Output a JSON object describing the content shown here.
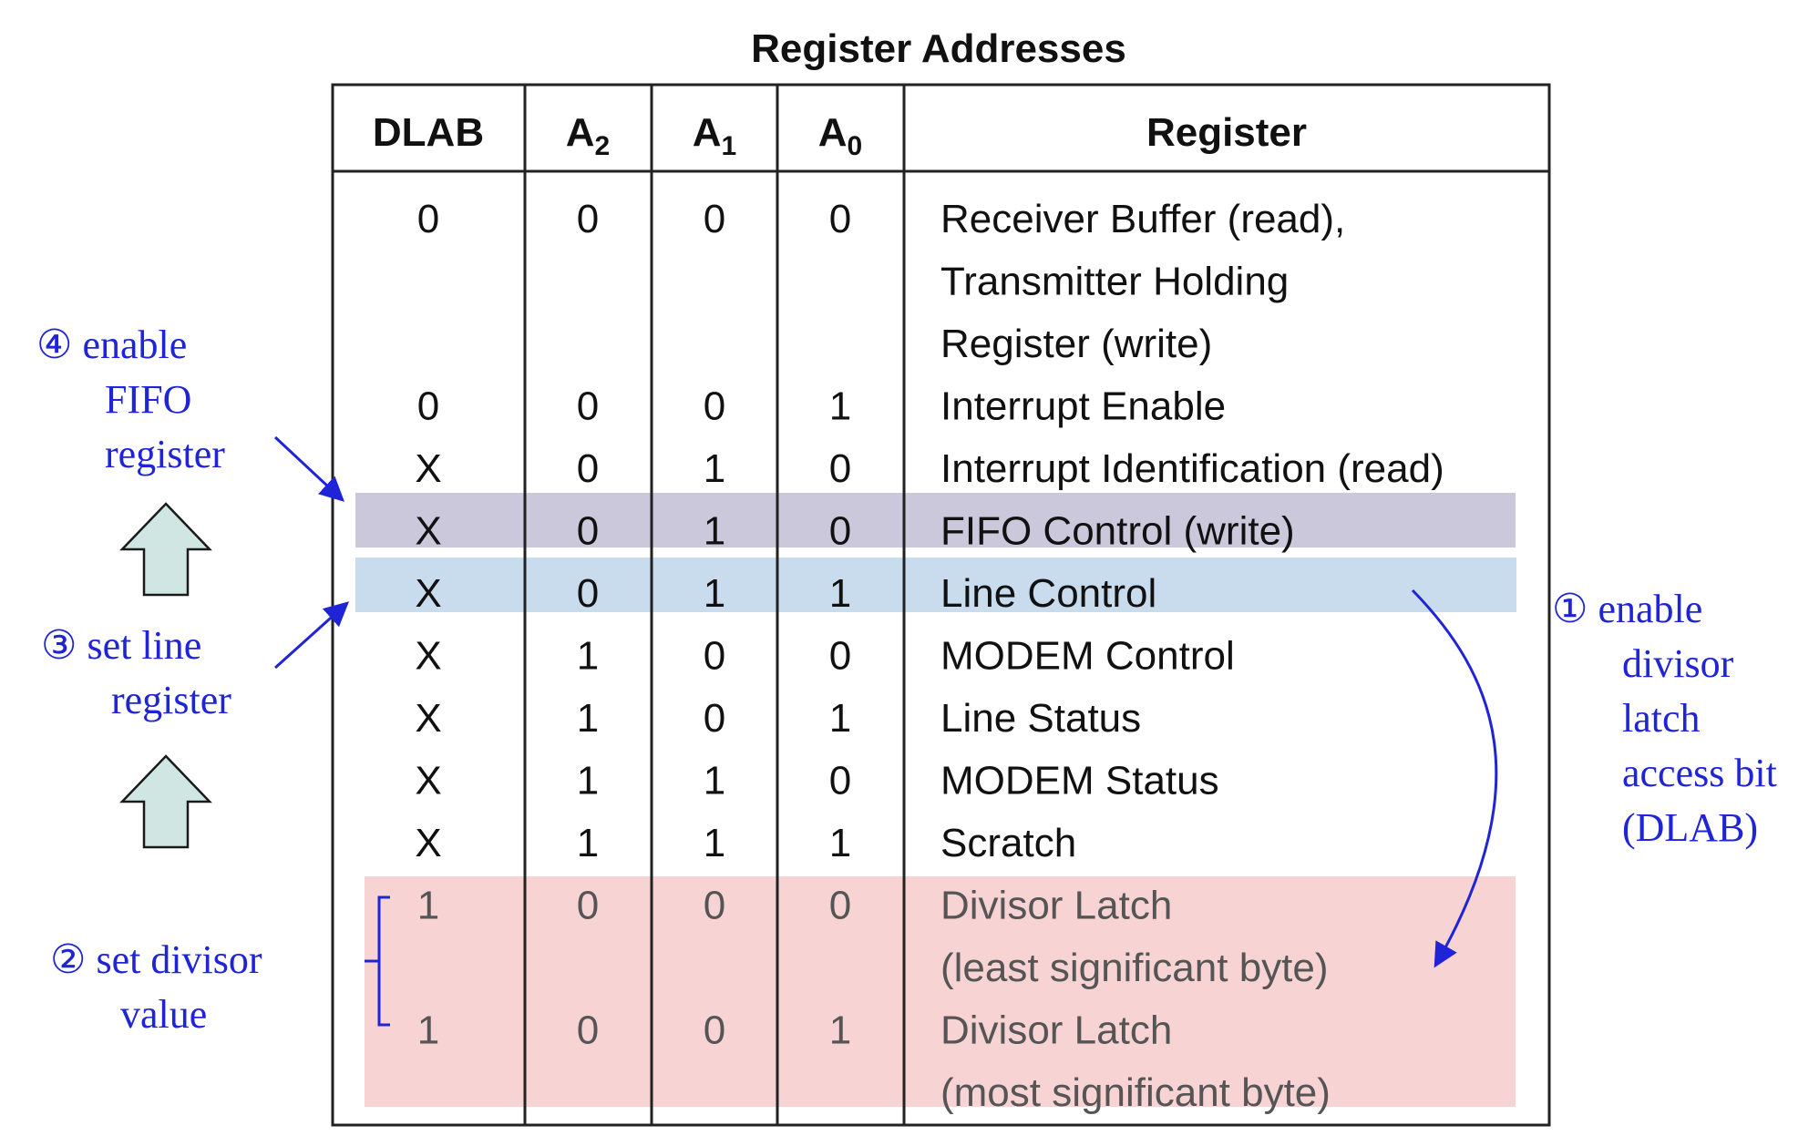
{
  "title": "Register Addresses",
  "table": {
    "headers": [
      {
        "main": "DLAB",
        "sub": ""
      },
      {
        "main": "A",
        "sub": "2"
      },
      {
        "main": "A",
        "sub": "1"
      },
      {
        "main": "A",
        "sub": "0"
      },
      {
        "main": "Register",
        "sub": ""
      }
    ],
    "rows": [
      {
        "dlab": "0",
        "a2": "0",
        "a1": "0",
        "a0": "0",
        "register": [
          "Receiver Buffer (read),",
          "Transmitter Holding",
          "Register (write)"
        ]
      },
      {
        "dlab": "0",
        "a2": "0",
        "a1": "0",
        "a0": "1",
        "register": [
          "Interrupt Enable"
        ]
      },
      {
        "dlab": "X",
        "a2": "0",
        "a1": "1",
        "a0": "0",
        "register": [
          "Interrupt Identification (read)"
        ]
      },
      {
        "dlab": "X",
        "a2": "0",
        "a1": "1",
        "a0": "0",
        "register": [
          "FIFO Control (write)"
        ],
        "highlight": "fifo"
      },
      {
        "dlab": "X",
        "a2": "0",
        "a1": "1",
        "a0": "1",
        "register": [
          "Line Control"
        ],
        "highlight": "line"
      },
      {
        "dlab": "X",
        "a2": "1",
        "a1": "0",
        "a0": "0",
        "register": [
          "MODEM Control"
        ]
      },
      {
        "dlab": "X",
        "a2": "1",
        "a1": "0",
        "a0": "1",
        "register": [
          "Line Status"
        ]
      },
      {
        "dlab": "X",
        "a2": "1",
        "a1": "1",
        "a0": "0",
        "register": [
          "MODEM Status"
        ]
      },
      {
        "dlab": "X",
        "a2": "1",
        "a1": "1",
        "a0": "1",
        "register": [
          "Scratch"
        ]
      },
      {
        "dlab": "1",
        "a2": "0",
        "a1": "0",
        "a0": "0",
        "register": [
          "Divisor Latch",
          "(least significant byte)"
        ],
        "highlight": "divisor"
      },
      {
        "dlab": "1",
        "a2": "0",
        "a1": "0",
        "a0": "1",
        "register": [
          "Divisor Latch",
          "(most significant byte)"
        ],
        "highlight": "divisor"
      }
    ]
  },
  "annotations": {
    "step1": [
      "① enable",
      "divisor",
      "latch",
      "access bit",
      "(DLAB)"
    ],
    "step2": [
      "② set divisor",
      "value"
    ],
    "step3": [
      "③ set line",
      "register"
    ],
    "step4": [
      "④ enable",
      "FIFO",
      "register"
    ]
  },
  "colors": {
    "fifo_highlight": "#cbc8dc",
    "line_highlight": "#c9dced",
    "divisor_highlight": "#f7d3d4",
    "annotation": "#1f24d6",
    "step_arrow_fill": "#cfe6e2"
  }
}
